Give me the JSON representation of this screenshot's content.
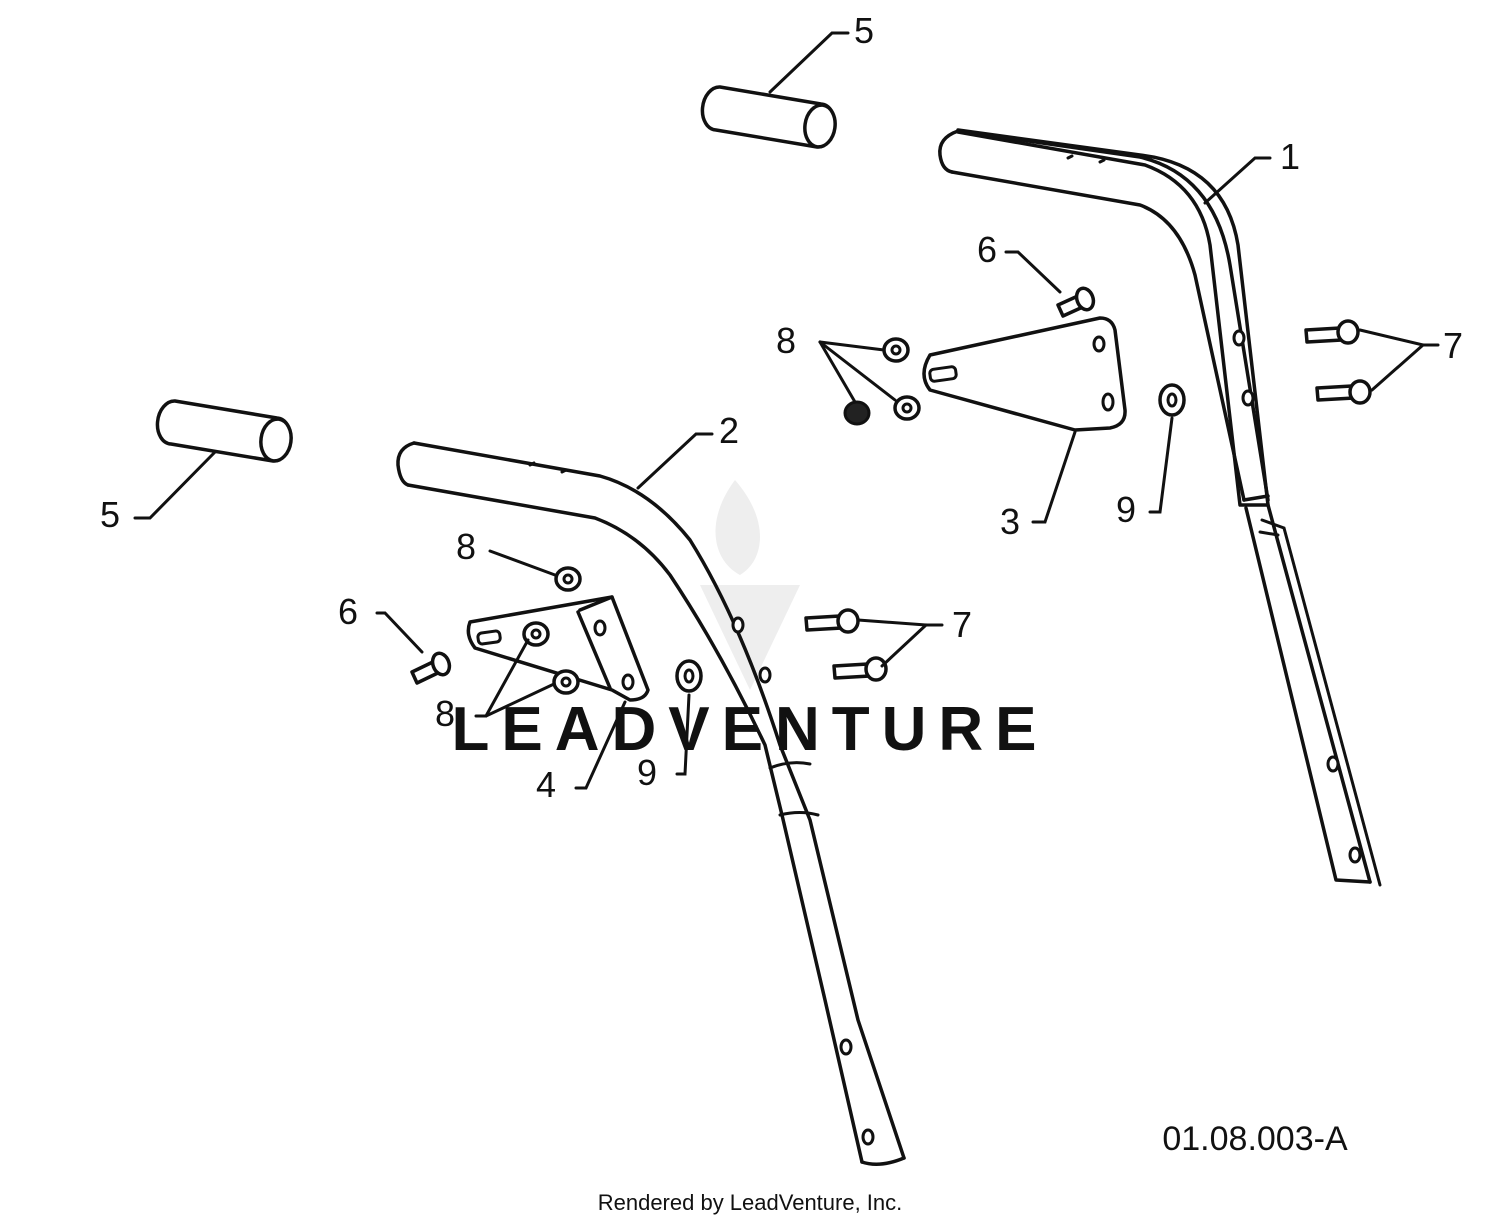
{
  "diagram": {
    "diagram_id": "01.08.003-A",
    "credit": "Rendered by LeadVenture, Inc.",
    "watermark": "LEADVENTURE",
    "callouts": {
      "c1": "1",
      "c2": "2",
      "c3": "3",
      "c4": "4",
      "c5_top": "5",
      "c5_left": "5",
      "c6_right": "6",
      "c6_left": "6",
      "c7_right": "7",
      "c7_left": "7",
      "c8_right": "8",
      "c8_upper_left": "8",
      "c8_lower_left": "8",
      "c9_right": "9",
      "c9_left": "9"
    }
  }
}
